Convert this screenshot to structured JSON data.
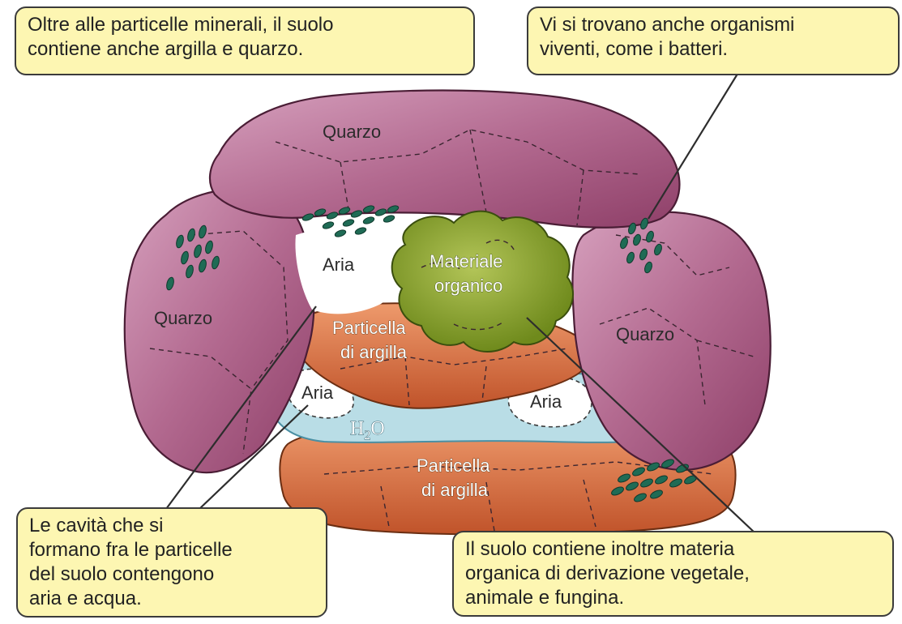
{
  "callouts": {
    "minerals": "Oltre alle particelle minerali, il suolo\ncontiene anche argilla e quarzo.",
    "organisms": "Vi si trovano anche organismi\nviventi, come i batteri.",
    "cavities": "Le cavità che si\nformano fra le particelle\ndel suolo contengono\naria e acqua.",
    "organic": "Il suolo contiene inoltre materia\norganica di derivazione vegetale,\nanimale e fungina."
  },
  "labels": {
    "quarzo_top": "Quarzo",
    "quarzo_left": "Quarzo",
    "quarzo_right": "Quarzo",
    "aria_top": "Aria",
    "aria_left": "Aria",
    "aria_right": "Aria",
    "materiale_line1": "Materiale",
    "materiale_line2": "organico",
    "particella_top_line1": "Particella",
    "particella_top_line2": "di argilla",
    "particella_bottom_line1": "Particella",
    "particella_bottom_line2": "di argilla",
    "h2o_h": "H",
    "h2o_sub": "2",
    "h2o_o": "O"
  },
  "colors": {
    "callout_bg": "#fdf6b2",
    "quartz": "#b5668e",
    "clay": "#d9683a",
    "water": "#b9dde6",
    "organic": "#8fa62e",
    "bacteria": "#1f6b55"
  }
}
